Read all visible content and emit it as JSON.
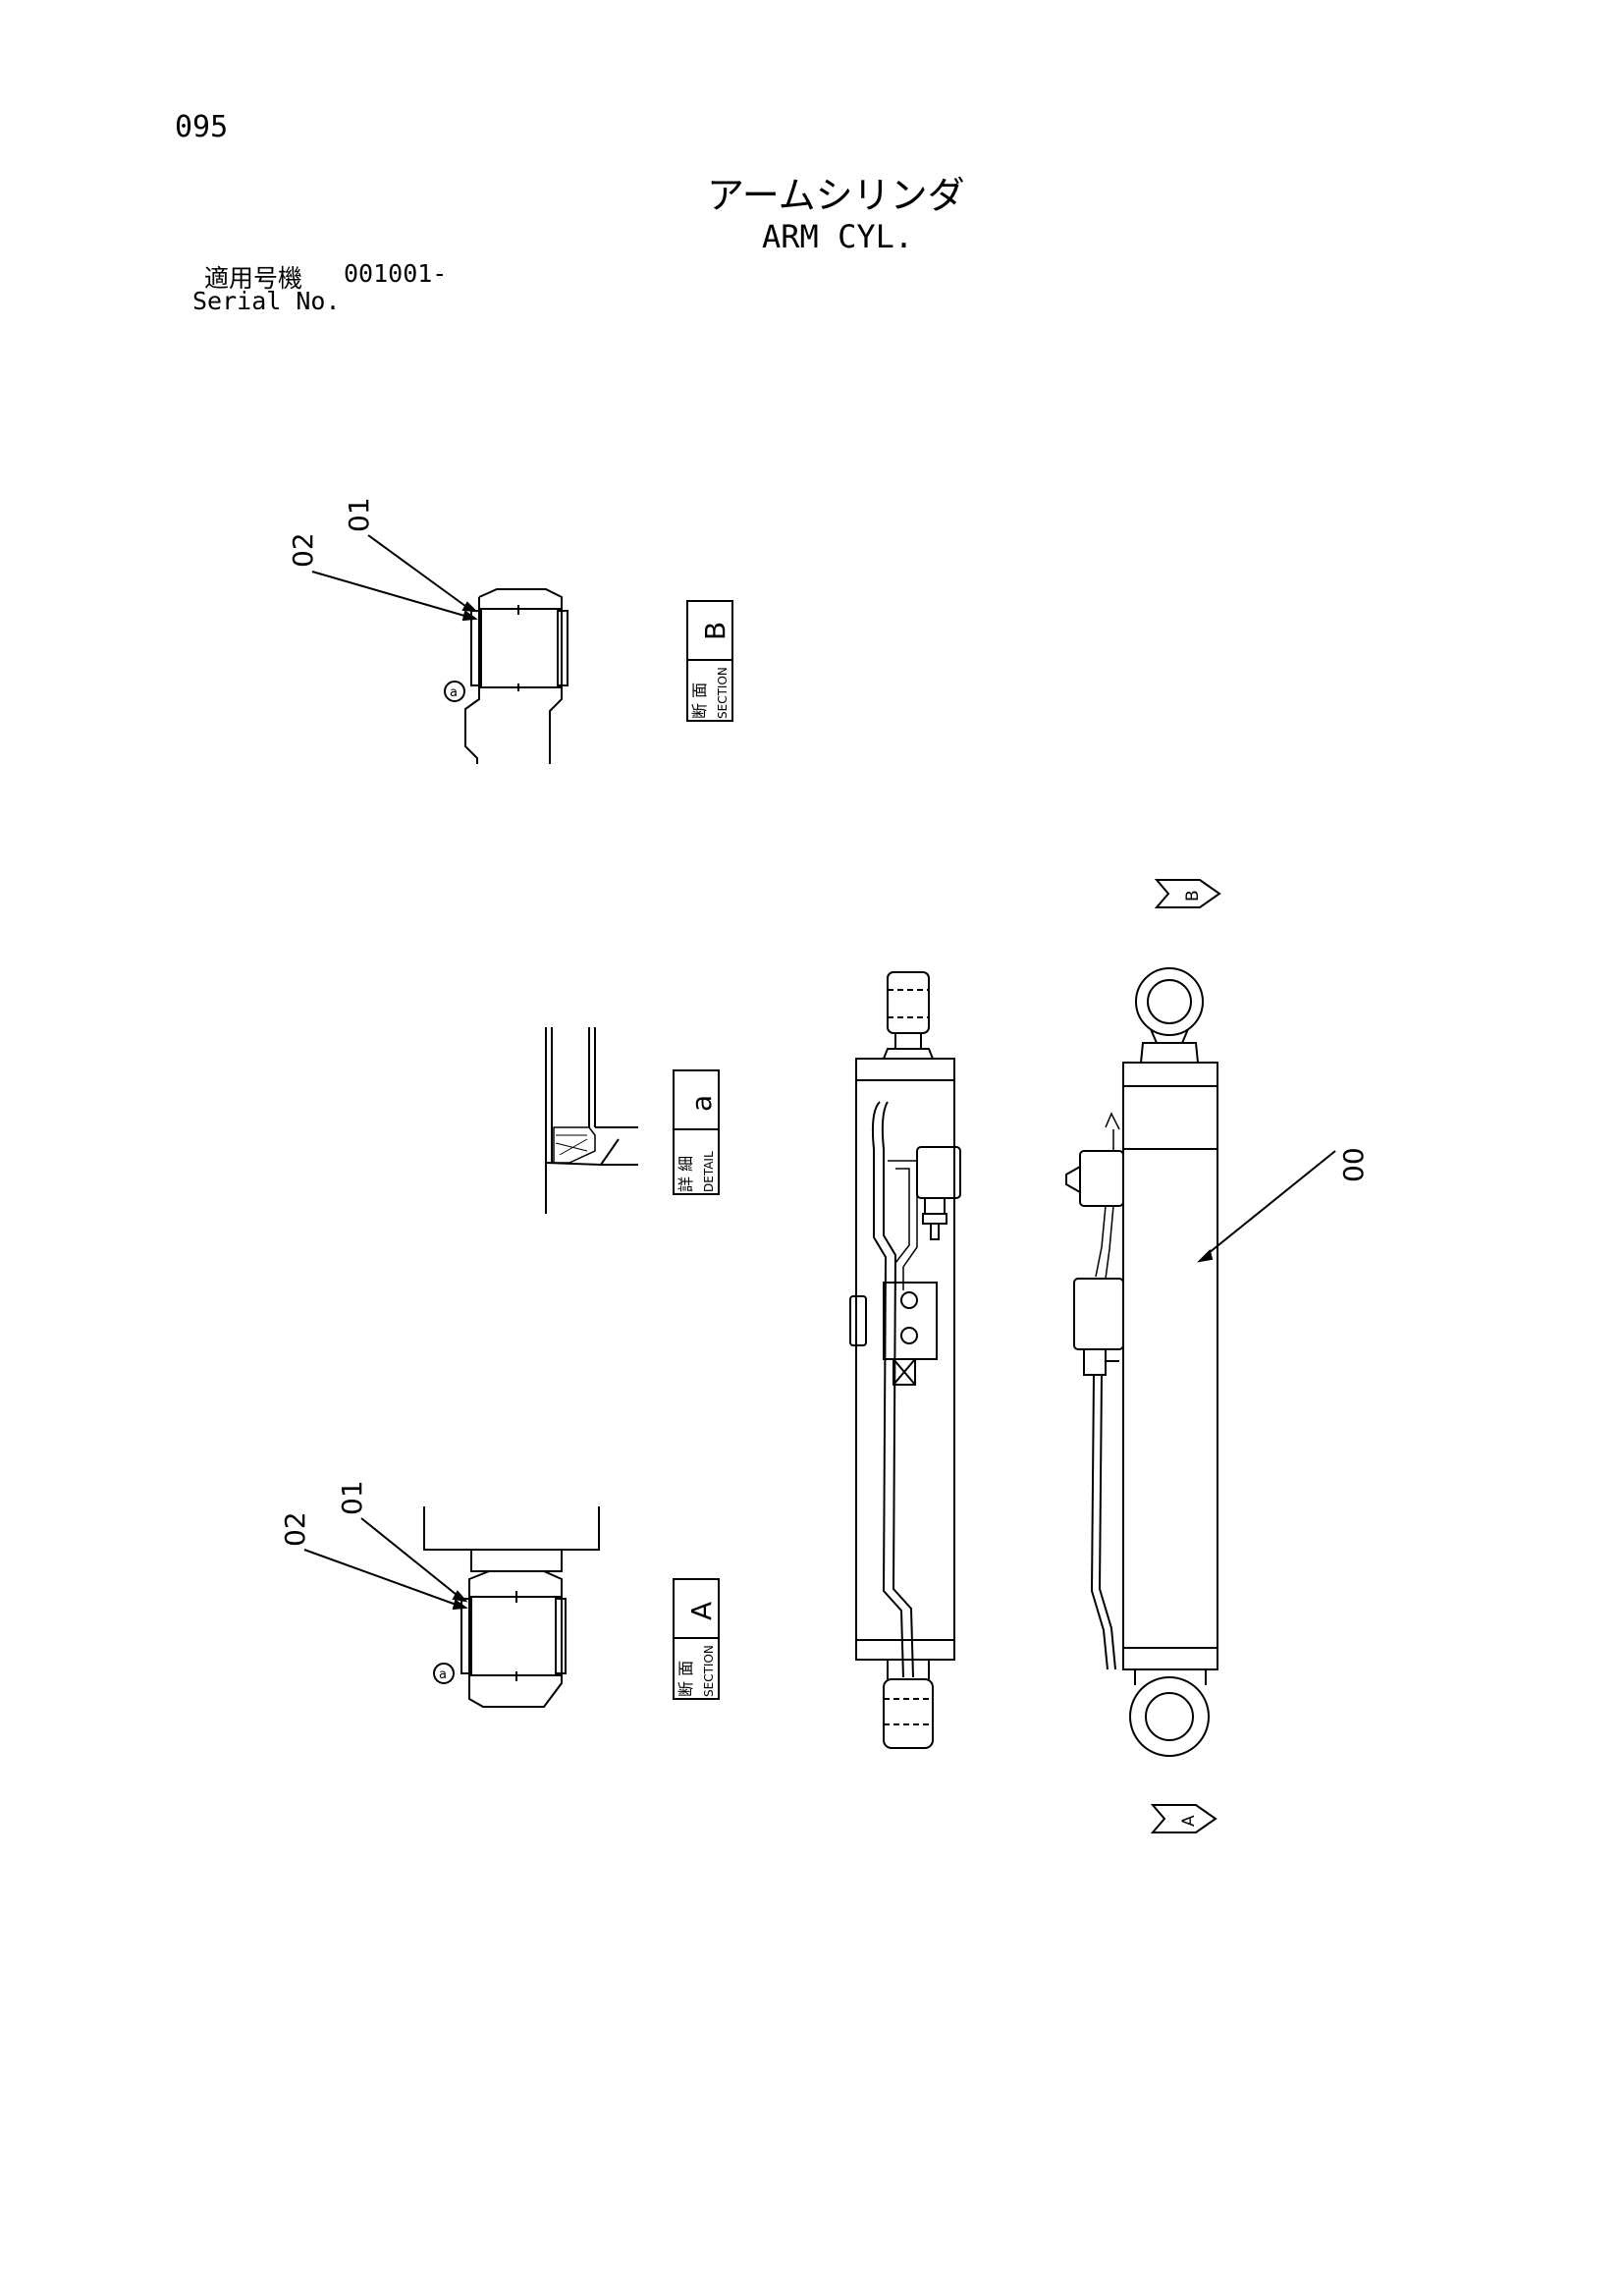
{
  "page": {
    "number": "095"
  },
  "title": {
    "japanese": "アームシリンダ",
    "english": "ARM CYL."
  },
  "serial": {
    "japanese_label": "適用号機",
    "number": "001001-",
    "english_label": "Serial No."
  },
  "labels": {
    "section_b": {
      "kanji": "断 面",
      "word": "SECTION",
      "letter": "B"
    },
    "detail_a": {
      "kanji": "詳 細",
      "word": "DETAIL",
      "letter": "a"
    },
    "section_a": {
      "kanji": "断 面",
      "word": "SECTION",
      "letter": "A"
    }
  },
  "callouts": {
    "part_00": "00",
    "part_01_top": "01",
    "part_02_top": "02",
    "part_01_bottom": "01",
    "part_02_bottom": "02",
    "detail_marker_top": "a",
    "detail_marker_bottom": "a",
    "view_arrow_b": "B",
    "view_arrow_a": "A"
  }
}
